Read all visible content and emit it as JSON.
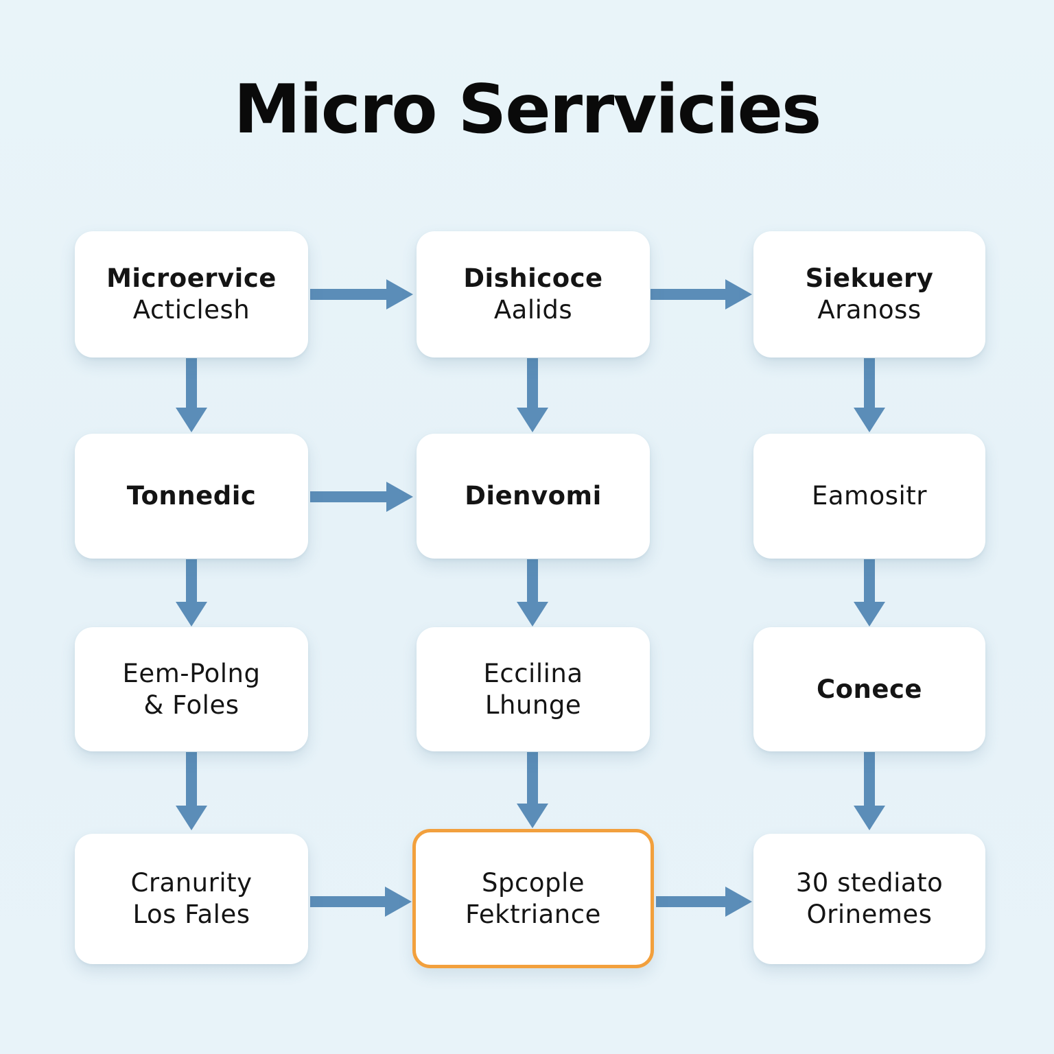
{
  "title": "Micro Serrvicies",
  "colors": {
    "background": "#e8f3f9",
    "node_fill": "#ffffff",
    "arrow": "#5b8db8",
    "highlight_border": "#f2a03d",
    "text": "#141414"
  },
  "nodes": [
    {
      "id": "microservice-acticlesh",
      "lines": [
        "Microervice",
        "Acticlesh"
      ],
      "first_line_bold": true,
      "highlighted": false
    },
    {
      "id": "dishicoce-aalids",
      "lines": [
        "Dishicoce",
        "Aalids"
      ],
      "first_line_bold": true,
      "highlighted": false
    },
    {
      "id": "siekuery-aranoss",
      "lines": [
        "Siekuery",
        "Aranoss"
      ],
      "first_line_bold": true,
      "highlighted": false
    },
    {
      "id": "tonnedic",
      "lines": [
        "Tonnedic"
      ],
      "first_line_bold": true,
      "highlighted": false
    },
    {
      "id": "dienvomi",
      "lines": [
        "Dienvomi"
      ],
      "first_line_bold": true,
      "highlighted": false
    },
    {
      "id": "eamositr",
      "lines": [
        "Eamositr"
      ],
      "first_line_bold": false,
      "highlighted": false
    },
    {
      "id": "eem-poling-foles",
      "lines": [
        "Eem-Polng",
        "& Foles"
      ],
      "first_line_bold": false,
      "highlighted": false
    },
    {
      "id": "eccilina-lhunge",
      "lines": [
        "Eccilina",
        "Lhunge"
      ],
      "first_line_bold": false,
      "highlighted": false
    },
    {
      "id": "conece",
      "lines": [
        "Conece"
      ],
      "first_line_bold": true,
      "highlighted": false
    },
    {
      "id": "cranurity-los-fales",
      "lines": [
        "Cranurity",
        "Los Fales"
      ],
      "first_line_bold": false,
      "highlighted": false
    },
    {
      "id": "spcople-fektriance",
      "lines": [
        "Spcople",
        "Fektriance"
      ],
      "first_line_bold": false,
      "highlighted": true
    },
    {
      "id": "30-stediato-orinemes",
      "lines": [
        "30 stediato",
        "Orinemes"
      ],
      "first_line_bold": false,
      "highlighted": false
    }
  ],
  "edges": [
    {
      "from": "microservice-acticlesh",
      "to": "dishicoce-aalids",
      "direction": "right"
    },
    {
      "from": "dishicoce-aalids",
      "to": "siekuery-aranoss",
      "direction": "right"
    },
    {
      "from": "microservice-acticlesh",
      "to": "tonnedic",
      "direction": "down"
    },
    {
      "from": "dishicoce-aalids",
      "to": "dienvomi",
      "direction": "down"
    },
    {
      "from": "siekuery-aranoss",
      "to": "eamositr",
      "direction": "down"
    },
    {
      "from": "tonnedic",
      "to": "dienvomi",
      "direction": "right"
    },
    {
      "from": "tonnedic",
      "to": "eem-poling-foles",
      "direction": "down"
    },
    {
      "from": "dienvomi",
      "to": "eccilina-lhunge",
      "direction": "down"
    },
    {
      "from": "eamositr",
      "to": "conece",
      "direction": "down"
    },
    {
      "from": "eem-poling-foles",
      "to": "cranurity-los-fales",
      "direction": "down"
    },
    {
      "from": "eccilina-lhunge",
      "to": "spcople-fektriance",
      "direction": "down"
    },
    {
      "from": "conece",
      "to": "30-stediato-orinemes",
      "direction": "down"
    },
    {
      "from": "cranurity-los-fales",
      "to": "spcople-fektriance",
      "direction": "right"
    },
    {
      "from": "spcople-fektriance",
      "to": "30-stediato-orinemes",
      "direction": "right"
    }
  ]
}
